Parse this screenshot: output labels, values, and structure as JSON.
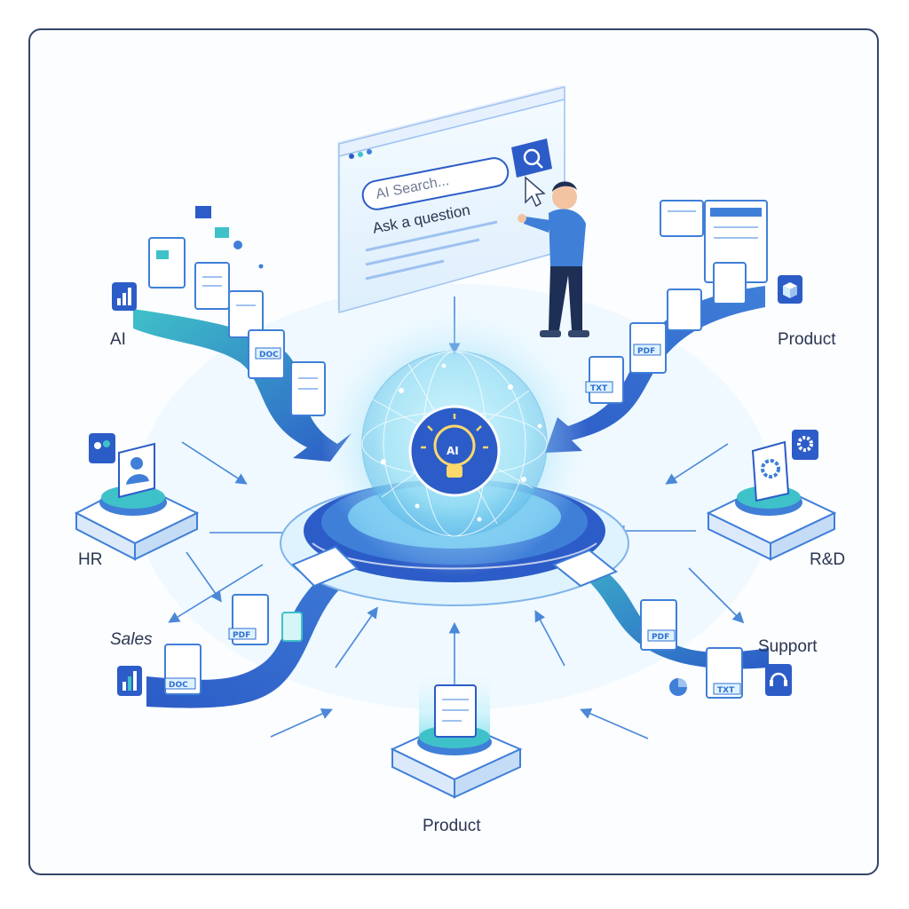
{
  "search": {
    "placeholder": "AI Search...",
    "prompt": "Ask a question"
  },
  "core": {
    "label": "AI"
  },
  "departments": {
    "ai": "AI",
    "product_top": "Product",
    "hr": "HR",
    "rd": "R&D",
    "sales": "Sales",
    "support": "Support",
    "product_bottom": "Product"
  },
  "doc_tags": {
    "doc": "DOC",
    "pdf": "PDF",
    "txt": "TXT"
  },
  "colors": {
    "primary": "#2c5cc7",
    "teal": "#3fc1c9",
    "light": "#cfeefc",
    "outline": "#33466b"
  }
}
